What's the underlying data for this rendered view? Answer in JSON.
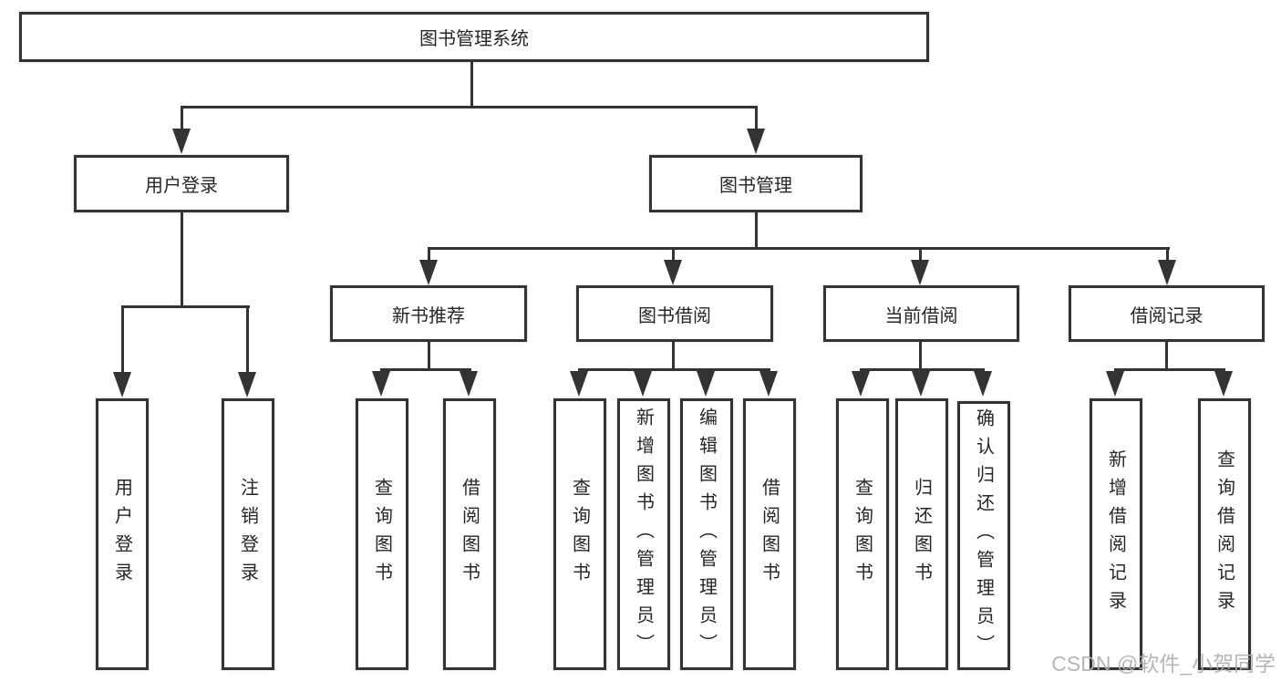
{
  "diagram_title": "图书管理系统",
  "nodes": {
    "root": "图书管理系统",
    "l2": [
      "用户登录",
      "图书管理"
    ],
    "l3": [
      "新书推荐",
      "图书借阅",
      "当前借阅",
      "借阅记录"
    ],
    "leaves_user": [
      "用户登录",
      "注销登录"
    ],
    "leaves_recommend": [
      "查询图书",
      "借阅图书"
    ],
    "leaves_borrow": [
      "查询图书",
      "新增图书（管理员）",
      "编辑图书（管理员）",
      "借阅图书"
    ],
    "leaves_current": [
      "查询图书",
      "归还图书",
      "确认归还（管理员）"
    ],
    "leaves_records": [
      "新增借阅记录",
      "查询借阅记录"
    ]
  },
  "watermark": "CSDN @软件_小贺同学",
  "colors": {
    "line": "#333333",
    "text": "#262626",
    "background": "#ffffff",
    "watermark": "#aeaeae"
  }
}
